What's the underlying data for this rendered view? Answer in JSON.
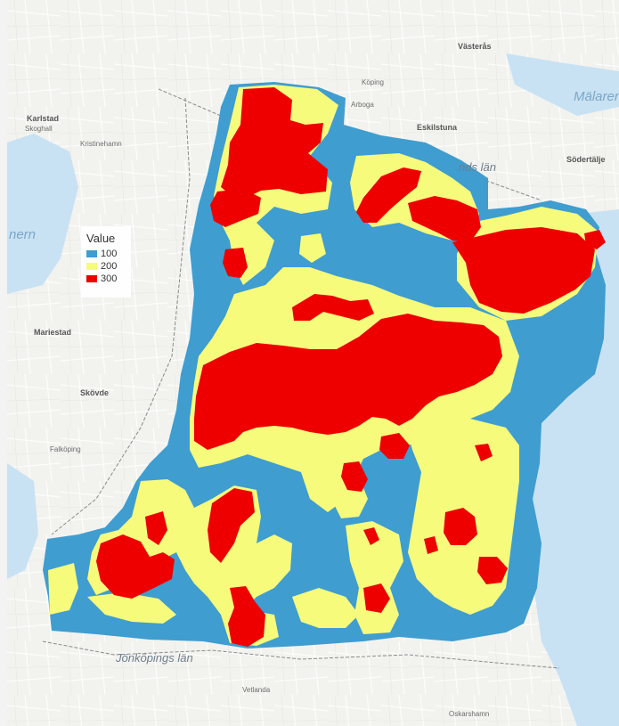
{
  "legend": {
    "title": "Value",
    "items": [
      {
        "label": "100",
        "color": "#3f9dd0"
      },
      {
        "label": "200",
        "color": "#f6fb7c"
      },
      {
        "label": "300",
        "color": "#ee0000"
      }
    ]
  },
  "map": {
    "basemap_colors": {
      "land": "#f2f2ef",
      "water": "#c8e2f3",
      "road": "#ffffff",
      "border": "#8a8a8a"
    },
    "place_names": [
      {
        "id": "karlstad",
        "text": "Karlstad"
      },
      {
        "id": "skoghall",
        "text": "Skoghall"
      },
      {
        "id": "kristinehamn",
        "text": "Kristinehamn"
      },
      {
        "id": "vanern",
        "text": "nern"
      },
      {
        "id": "mariestad",
        "text": "Mariestad"
      },
      {
        "id": "skovde",
        "text": "Skövde"
      },
      {
        "id": "falkoping",
        "text": "Falköping"
      },
      {
        "id": "vasteras",
        "text": "Västerås"
      },
      {
        "id": "eskilstuna",
        "text": "Eskilstuna"
      },
      {
        "id": "malaren",
        "text": "Mälaren"
      },
      {
        "id": "sodertalje",
        "text": "Södertälje"
      },
      {
        "id": "kungsor",
        "text": "Köping"
      },
      {
        "id": "arboga",
        "text": "Arboga"
      },
      {
        "id": "sodermanlands",
        "text": "nds län"
      },
      {
        "id": "jonkopings",
        "text": "Jönköpings län"
      },
      {
        "id": "vetlanda",
        "text": "Vetlanda"
      },
      {
        "id": "oskarshamn",
        "text": "Oskarshamn"
      }
    ]
  }
}
